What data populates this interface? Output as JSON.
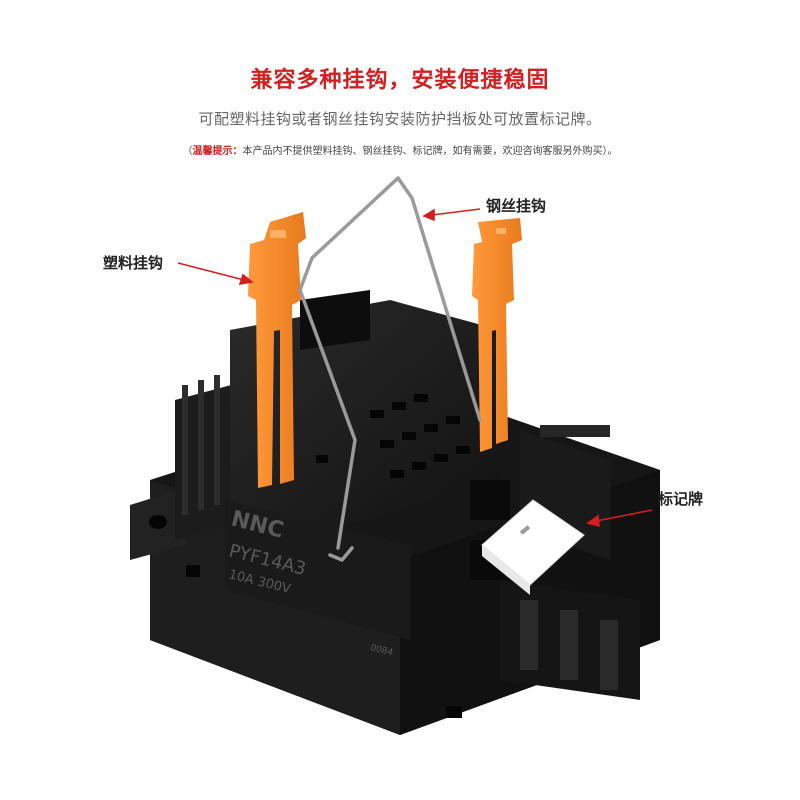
{
  "header": {
    "title": "兼容多种挂钩，安装便捷稳固",
    "subtitle": "可配塑料挂钩或者钢丝挂钩安装防护挡板处可放置标记牌。",
    "note_open": "（",
    "note_lead": "温馨提示：",
    "note_body": "本产品内不提供塑料挂钩、钢丝挂钩、标记牌，如有需要，欢迎咨询客服另外购买",
    "note_close": "）。"
  },
  "callouts": {
    "plastic_hook": "塑料挂钩",
    "wire_hook": "钢丝挂钩",
    "marker": "标记牌"
  },
  "product_markings": {
    "brand": "NNC",
    "model": "PYF14A3",
    "rating": "10A  300V",
    "code": "0084"
  },
  "colors": {
    "title": "#d21f1f",
    "note_lead": "#d21f1f",
    "arrow": "#d21f1f",
    "socket_body": "#1b1b1b",
    "hook_orange": "#f2882a",
    "wire": "#9a9a9a",
    "marker_white": "#ffffff"
  }
}
